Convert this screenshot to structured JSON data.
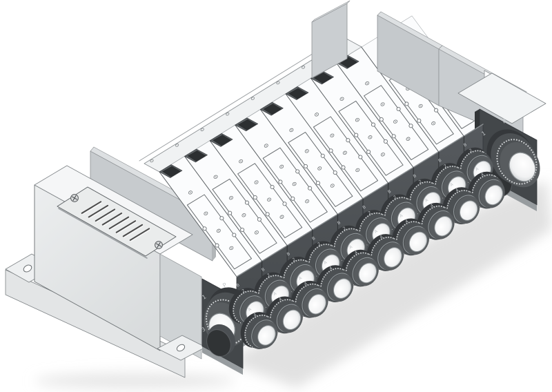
{
  "scene": {
    "kind": "3d-cad-render",
    "subject": "pneumatic valve manifold with push-to-connect fittings"
  },
  "manifold": {
    "station_count": 10,
    "visible_slot_count": 8,
    "cover_screw_count": 3,
    "louver_slat_count": 8,
    "rail_hole_count": 8,
    "end_mount_hole_count": 2
  },
  "port_labels": {
    "station_top_letter": "B",
    "station_top_number": "2",
    "station_bottom_letter": "A",
    "station_bottom_number": "4",
    "left_end": [
      "P",
      "1",
      "3"
    ],
    "right_end": [
      "P",
      "1"
    ]
  },
  "colors": {
    "background": "#ffffff",
    "body_white": "#fbfcfd",
    "body_top": "#f5f6f7",
    "block_light": "#eceeef",
    "block_shade": "#d9dcdd",
    "plate_gray": "#c7cbce",
    "plate_top": "#dde0e2",
    "plate_edge": "#b2b6b8",
    "face_charcoal": "#4b4f53",
    "face_end": "#43474a",
    "band_chamfer": "#979c9f",
    "fitting_dark": "#4c5053",
    "fitting_mid": "#585c5f",
    "fitting_flange": "#35383b",
    "knurl_light": "#d0d3d5",
    "bore_white": "#ffffff",
    "bore_rim": "#8b9194",
    "exhaust_dark": "#303335",
    "slot_dark": "#2c2f31",
    "slot_wall": "#5f6467",
    "outline": "#5b6063",
    "soft_line": "#9aa0a3",
    "label_text": "#c3c7ca",
    "shadow": "#d7d7d7"
  }
}
